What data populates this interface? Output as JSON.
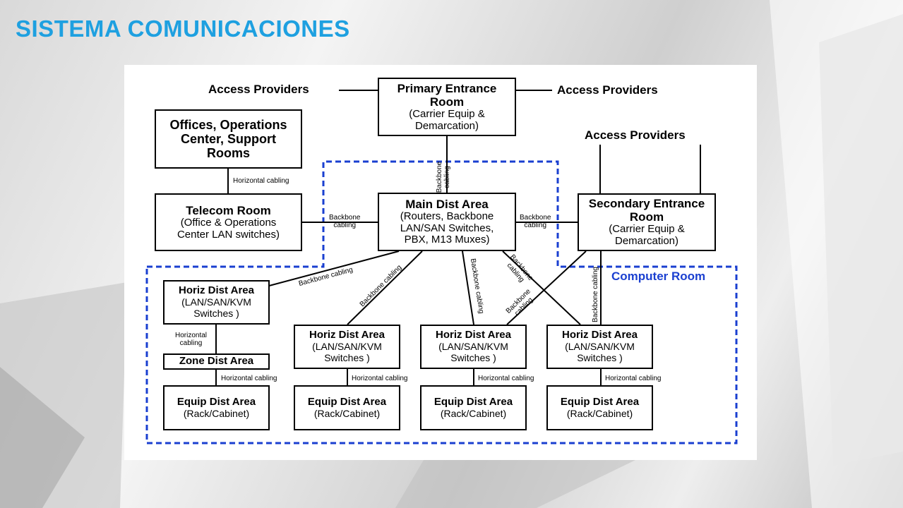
{
  "slide": {
    "title": "SISTEMA COMUNICACIONES"
  },
  "colors": {
    "title": "#1ea0e0",
    "computer_room": "#1a3fd0",
    "lines": "#000000"
  },
  "diagram": {
    "access_providers": "Access Providers",
    "computer_room": "Computer Room",
    "nodes": {
      "primary_entrance": {
        "title": "Primary Entrance Room",
        "sub": "(Carrier Equip & Demarcation)"
      },
      "offices": {
        "title": "Offices, Operations Center, Support Rooms"
      },
      "telecom": {
        "title": "Telecom Room",
        "sub": "(Office & Operations Center LAN switches)"
      },
      "main_dist": {
        "title": "Main Dist Area",
        "sub": "(Routers, Backbone LAN/SAN Switches, PBX, M13 Muxes)"
      },
      "secondary_entrance": {
        "title": "Secondary Entrance Room",
        "sub": "(Carrier Equip & Demarcation)"
      },
      "horiz_1": {
        "title": "Horiz Dist Area",
        "sub": "(LAN/SAN/KVM Switches )"
      },
      "horiz_2": {
        "title": "Horiz Dist Area",
        "sub": "(LAN/SAN/KVM Switches )"
      },
      "horiz_3": {
        "title": "Horiz Dist Area",
        "sub": "(LAN/SAN/KVM Switches )"
      },
      "horiz_4": {
        "title": "Horiz Dist Area",
        "sub": "(LAN/SAN/KVM Switches )"
      },
      "zone_dist": {
        "title": "Zone Dist Area"
      },
      "equip_1": {
        "title": "Equip Dist Area",
        "sub": "(Rack/Cabinet)"
      },
      "equip_2": {
        "title": "Equip Dist Area",
        "sub": "(Rack/Cabinet)"
      },
      "equip_3": {
        "title": "Equip Dist Area",
        "sub": "(Rack/Cabinet)"
      },
      "equip_4": {
        "title": "Equip Dist Area",
        "sub": "(Rack/Cabinet)"
      }
    },
    "labels": {
      "horizontal_cabling": "Horizontal cabling",
      "backbone_cabling": "Backbone cabling",
      "backbone": "Backbone",
      "cabling": "cabling",
      "horizontal": "Horizontal"
    }
  }
}
